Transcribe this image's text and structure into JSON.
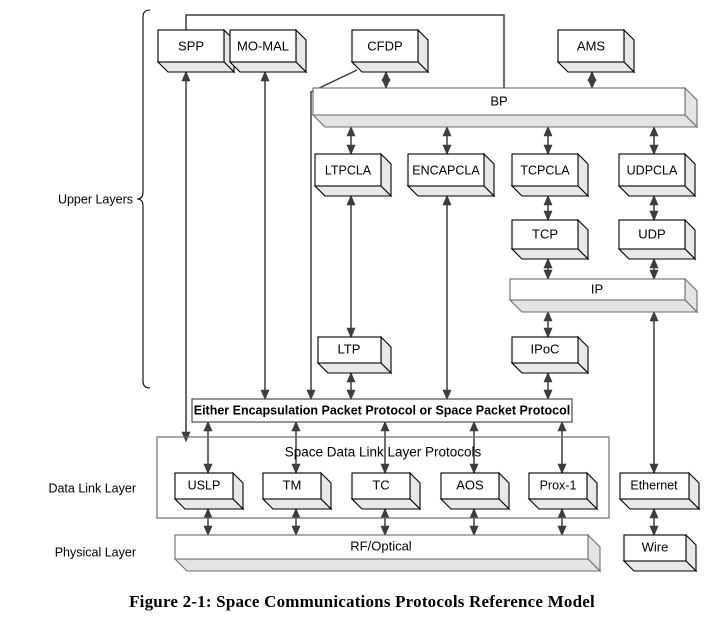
{
  "figure": {
    "caption": "Figure 2-1:  Space Communications Protocols Reference Model",
    "caption_prefix": "Figure 2-1:",
    "caption_title": "Space Communications Protocols Reference Model"
  },
  "side_labels": {
    "upper": "Upper Layers",
    "datalink": "Data Link Layer",
    "physical": "Physical Layer"
  },
  "boxes": {
    "spp": "SPP",
    "momal": "MO-MAL",
    "cfdp": "CFDP",
    "ams": "AMS",
    "bp": "BP",
    "ltpcla": "LTPCLA",
    "encapcla": "ENCAPCLA",
    "tcpcla": "TCPCLA",
    "udpcla": "UDPCLA",
    "tcp": "TCP",
    "udp": "UDP",
    "ip": "IP",
    "ltp": "LTP",
    "ipoc": "IPoC",
    "encapbar": "Either Encapsulation Packet Protocol or Space Packet Protocol",
    "sdlgroup": "Space Data Link Layer Protocols",
    "uslp": "USLP",
    "tm": "TM",
    "tc": "TC",
    "aos": "AOS",
    "prox1": "Prox-1",
    "ethernet": "Ethernet",
    "rfoptical": "RF/Optical",
    "wire": "Wire"
  },
  "colors": {
    "box_face": "#ffffff",
    "box_shade": "#e8e8e8",
    "stroke": "#000000",
    "bar_stroke": "#6d6d6d",
    "connector": "#3d3d3d",
    "background": "#ffffff"
  },
  "layers": [
    {
      "name": "Upper Layers",
      "protocols": [
        "SPP",
        "MO-MAL",
        "CFDP",
        "AMS",
        "BP",
        "LTPCLA",
        "ENCAPCLA",
        "TCPCLA",
        "UDPCLA",
        "TCP",
        "UDP",
        "IP",
        "LTP",
        "IPoC",
        "Either Encapsulation Packet Protocol or Space Packet Protocol"
      ]
    },
    {
      "name": "Data Link Layer",
      "protocols": [
        "USLP",
        "TM",
        "TC",
        "AOS",
        "Prox-1",
        "Ethernet"
      ]
    },
    {
      "name": "Physical Layer",
      "protocols": [
        "RF/Optical",
        "Wire"
      ]
    }
  ]
}
